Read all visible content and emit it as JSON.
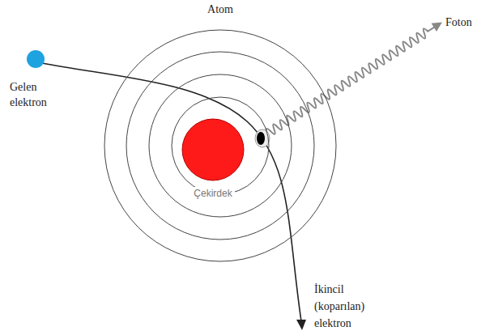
{
  "diagram": {
    "nodes": [
      {
        "text": [
          "Atom"
        ]
      },
      {
        "text": [
          "Çekirdek"
        ],
        "in": 0
      }
    ],
    "labels": [
      "Foton",
      "Gelen elektron",
      "İkincil (koparılan) elektron"
    ]
  }
}
